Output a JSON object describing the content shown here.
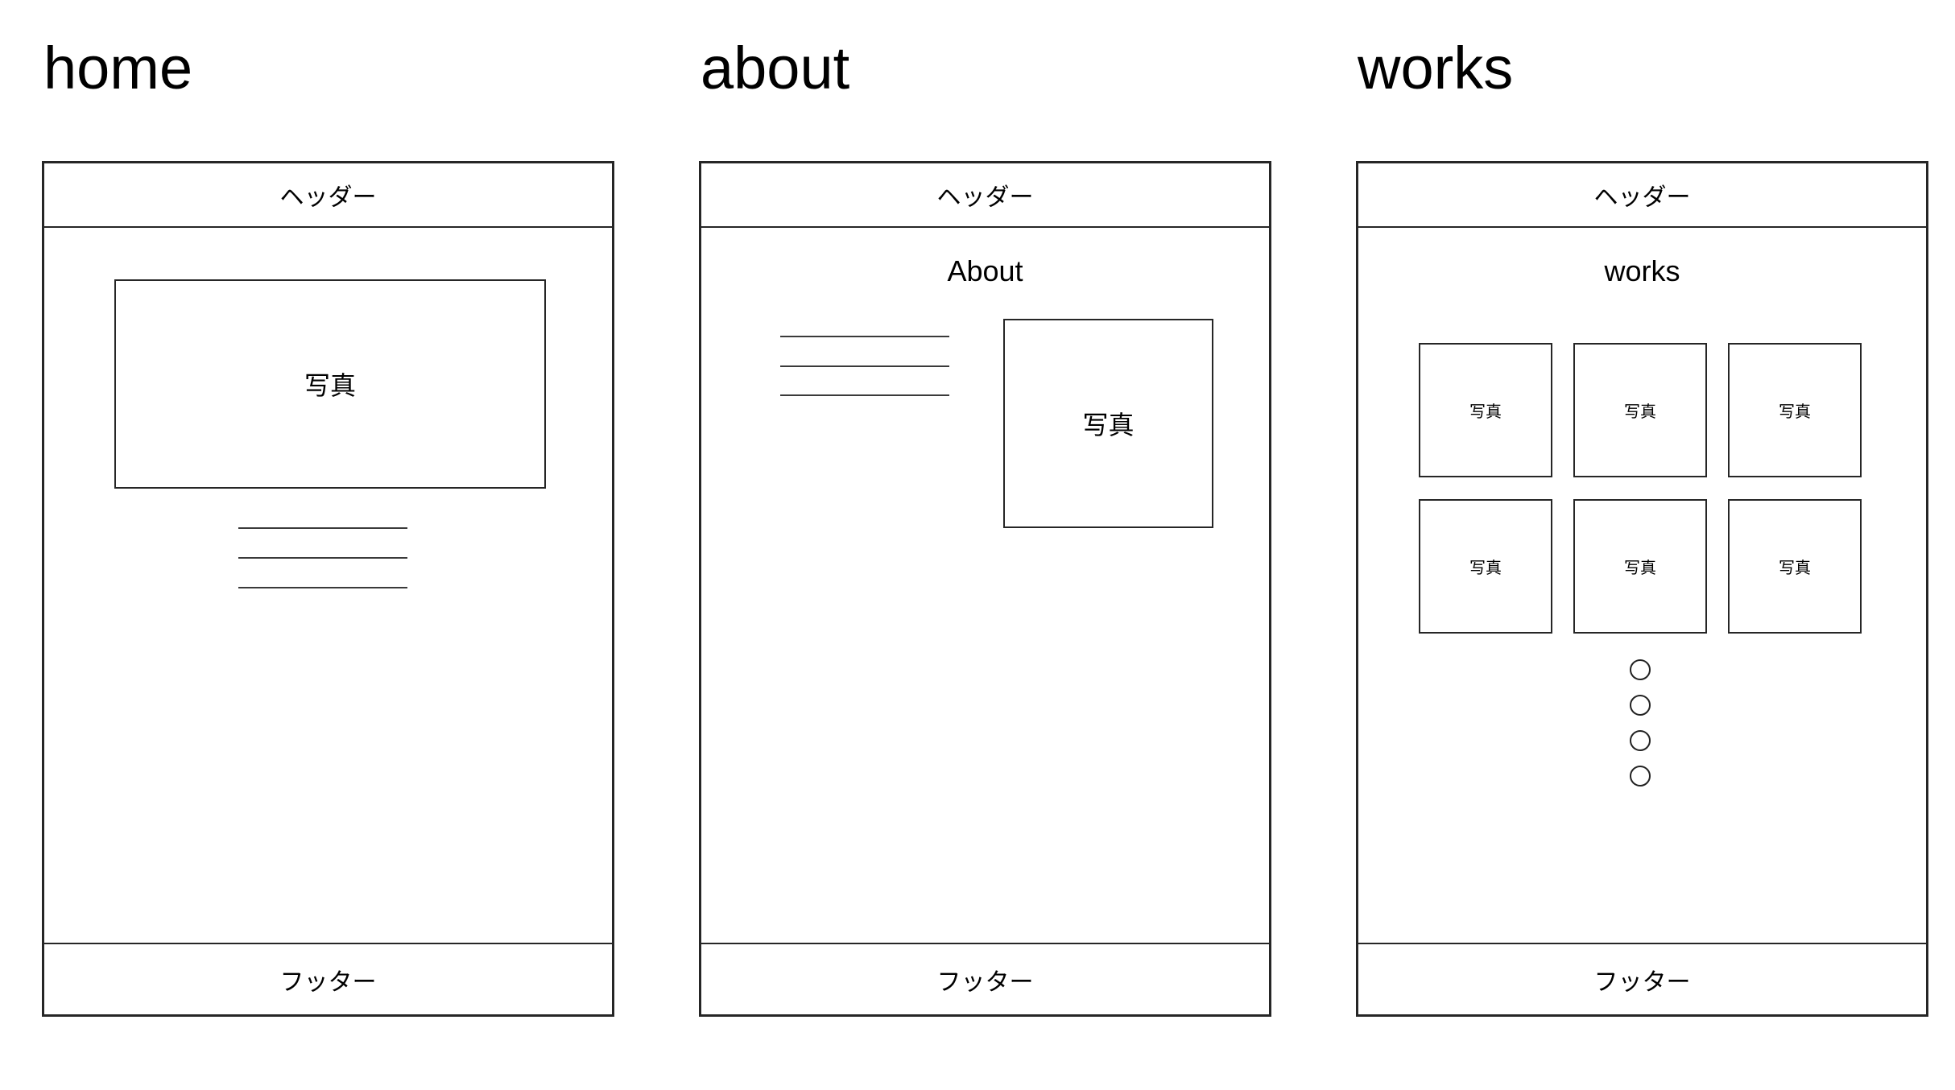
{
  "pages": [
    {
      "title": "home",
      "header": "ヘッダー",
      "photo_label": "写真",
      "text_line_count": 3,
      "footer": "フッター"
    },
    {
      "title": "about",
      "header": "ヘッダー",
      "heading": "About",
      "text_line_count": 3,
      "photo_label": "写真",
      "footer": "フッター"
    },
    {
      "title": "works",
      "header": "ヘッダー",
      "heading": "works",
      "photo_label": "写真",
      "photo_count": 6,
      "dot_count": 4,
      "footer": "フッター"
    }
  ],
  "colors": {
    "background": "#ffffff",
    "border": "#262626",
    "placeholder_line": "#3a3a3a",
    "text": "#000000"
  }
}
